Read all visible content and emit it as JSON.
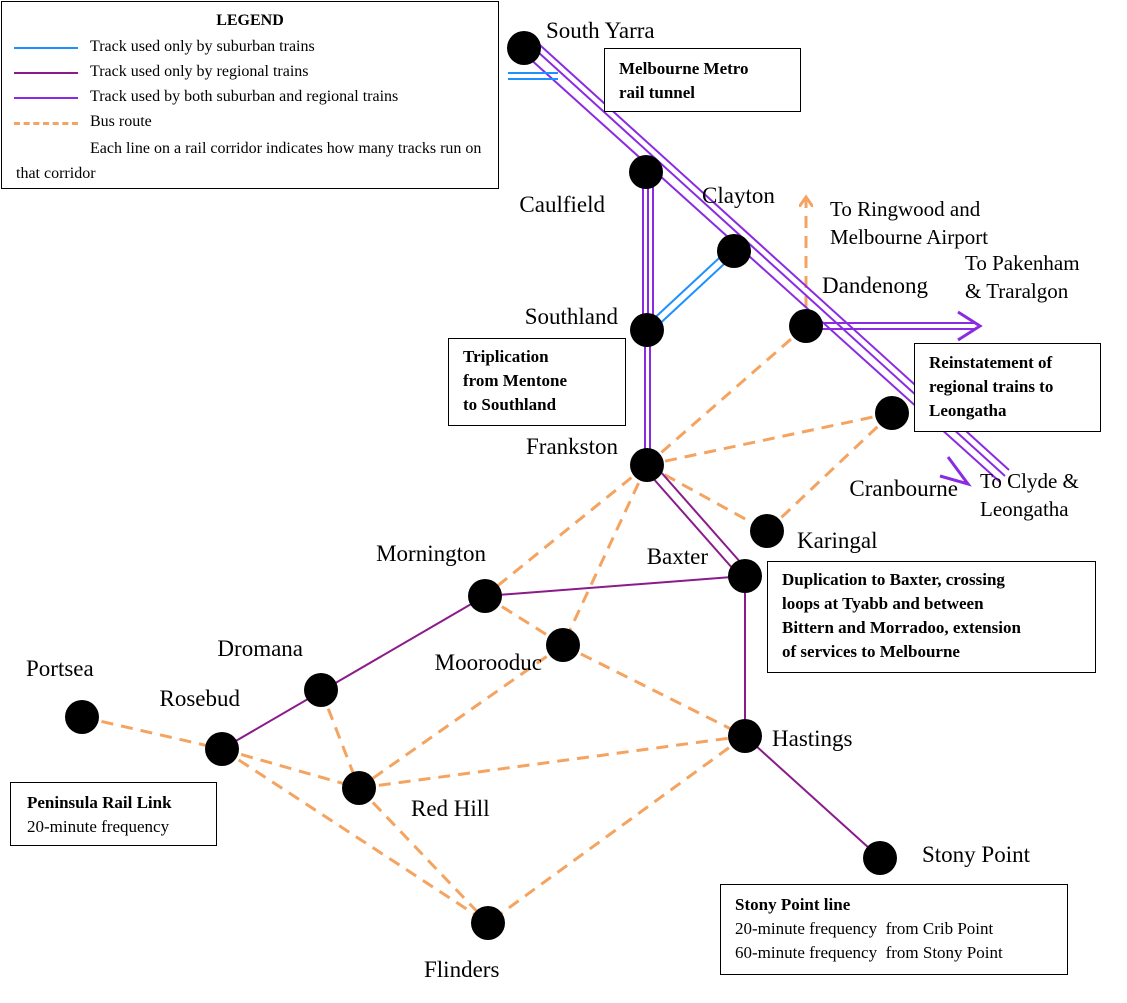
{
  "legend": {
    "title": "LEGEND",
    "items": [
      {
        "label": "Track used only by suburban trains",
        "color": "#1e90ff"
      },
      {
        "label": "Track used only by regional trains",
        "color": "#8b1a8b"
      },
      {
        "label": "Track used by both suburban and regional trains",
        "color": "#8a2be2"
      },
      {
        "label": "Bus route",
        "color": "#f4a460"
      }
    ],
    "note": "Each line on a rail corridor indicates how many tracks run on that corridor"
  },
  "stations": [
    {
      "id": "south-yarra",
      "name": "South Yarra"
    },
    {
      "id": "caulfield",
      "name": "Caulfield"
    },
    {
      "id": "clayton",
      "name": "Clayton"
    },
    {
      "id": "dandenong",
      "name": "Dandenong"
    },
    {
      "id": "southland",
      "name": "Southland"
    },
    {
      "id": "cranbourne",
      "name": "Cranbourne"
    },
    {
      "id": "frankston",
      "name": "Frankston"
    },
    {
      "id": "karingal",
      "name": "Karingal"
    },
    {
      "id": "baxter",
      "name": "Baxter"
    },
    {
      "id": "mornington",
      "name": "Mornington"
    },
    {
      "id": "moorooduc",
      "name": "Moorooduc"
    },
    {
      "id": "dromana",
      "name": "Dromana"
    },
    {
      "id": "portsea",
      "name": "Portsea"
    },
    {
      "id": "rosebud",
      "name": "Rosebud"
    },
    {
      "id": "red-hill",
      "name": "Red Hill"
    },
    {
      "id": "hastings",
      "name": "Hastings"
    },
    {
      "id": "stony-point",
      "name": "Stony Point"
    },
    {
      "id": "flinders",
      "name": "Flinders"
    }
  ],
  "destinations": {
    "ringwood": [
      "To Ringwood and",
      "Melbourne Airport"
    ],
    "pakenham": [
      "To Pakenham",
      "& Traralgon"
    ],
    "clyde": [
      "To Clyde &",
      "Leongatha"
    ]
  },
  "annotations": {
    "metro_tunnel": [
      "Melbourne Metro",
      "rail tunnel"
    ],
    "triplication": [
      "Triplication",
      "from Mentone",
      "to Southland"
    ],
    "leongatha": [
      "Reinstatement of",
      "regional trains to",
      "Leongatha"
    ],
    "baxter": [
      "Duplication to Baxter, crossing",
      "loops at Tyabb and between",
      "Bittern and Morradoo, extension",
      "of services to Melbourne"
    ],
    "peninsula": {
      "title": "Peninsula Rail Link",
      "lines": [
        "20-minute frequency"
      ]
    },
    "stony_point": {
      "title": "Stony Point line",
      "lines": [
        "20-minute frequency  from Crib Point",
        "60-minute frequency  from Stony Point"
      ]
    }
  },
  "colors": {
    "suburban": "#1e90ff",
    "regional": "#8b1a8b",
    "both": "#8a2be2",
    "bus": "#f4a460",
    "station": "#000000"
  }
}
